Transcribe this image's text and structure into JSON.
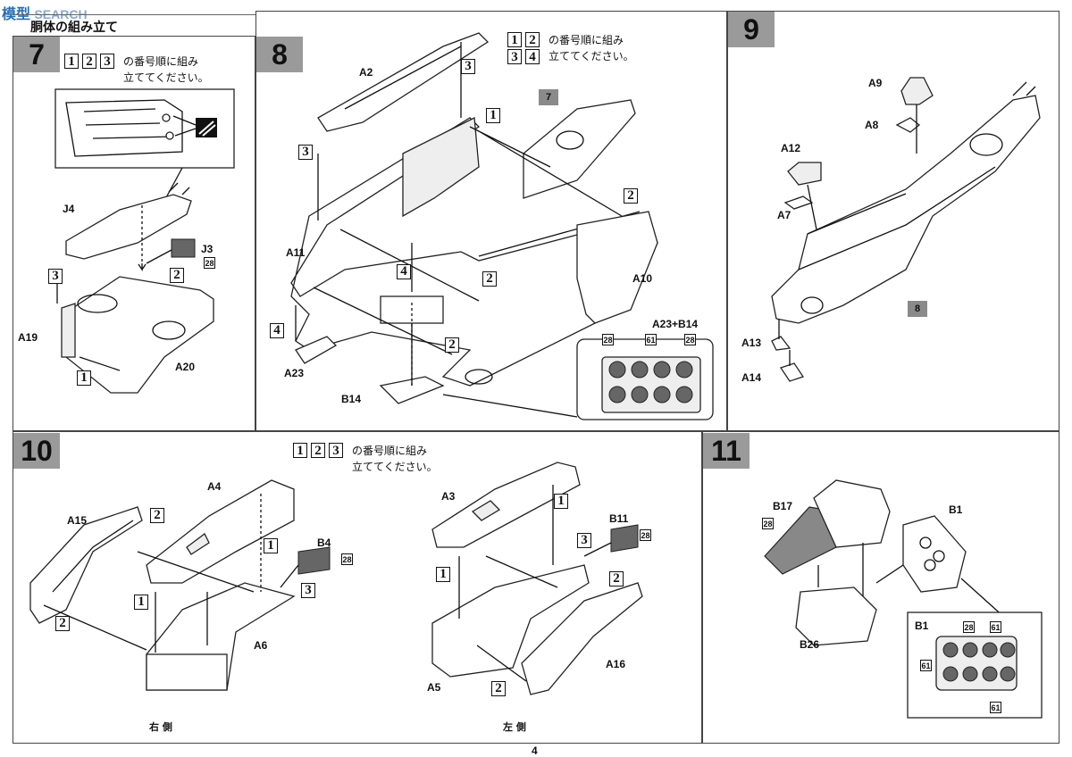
{
  "header": {
    "watermark": "SEARCH",
    "watermark_prefix": "模型",
    "section_title": "胴体の組み立て"
  },
  "steps": {
    "s7": {
      "number": "7",
      "instruction_nums": [
        "1",
        "2",
        "3"
      ],
      "instruction_text_1": "の番号順に組み",
      "instruction_text_2": "立ててください。",
      "labels": {
        "j4": "J4",
        "j3": "J3",
        "a19": "A19",
        "a20": "A20"
      },
      "callouts": [
        "3",
        "2",
        "1"
      ],
      "paint": "28"
    },
    "s8": {
      "number": "8",
      "instruction_nums": [
        "1",
        "2",
        "3",
        "4"
      ],
      "instruction_text_1": "の番号順に組み",
      "instruction_text_2": "立ててください。",
      "labels": {
        "a2": "A2",
        "a11": "A11",
        "a23": "A23",
        "b14": "B14",
        "a10": "A10",
        "inset": "A23+B14"
      },
      "callouts": [
        "3",
        "1",
        "3",
        "2",
        "4",
        "2",
        "4",
        "2"
      ],
      "ref_tag": "7",
      "paint": [
        "28",
        "61",
        "28"
      ]
    },
    "s9": {
      "number": "9",
      "labels": {
        "a9": "A9",
        "a8": "A8",
        "a12": "A12",
        "a7": "A7",
        "a13": "A13",
        "a14": "A14"
      },
      "ref_tag": "8"
    },
    "s10": {
      "number": "10",
      "instruction_nums": [
        "1",
        "2",
        "3"
      ],
      "instruction_text_1": "の番号順に組み",
      "instruction_text_2": "立ててください。",
      "labels": {
        "a15": "A15",
        "a4": "A4",
        "b4": "B4",
        "a6": "A6",
        "a3": "A3",
        "b11": "B11",
        "a5": "A5",
        "a16": "A16"
      },
      "callouts_right": [
        "2",
        "1",
        "1",
        "3",
        "2"
      ],
      "callouts_left": [
        "1",
        "1",
        "3",
        "2",
        "2"
      ],
      "caption_right": "右 側",
      "caption_left": "左 側",
      "paint": "28"
    },
    "s11": {
      "number": "11",
      "labels": {
        "b17": "B17",
        "b1": "B1",
        "b26": "B26",
        "inset": "B1"
      },
      "paint": [
        "28",
        "28",
        "61",
        "61",
        "61"
      ]
    }
  },
  "footer": {
    "page_number": "4"
  }
}
